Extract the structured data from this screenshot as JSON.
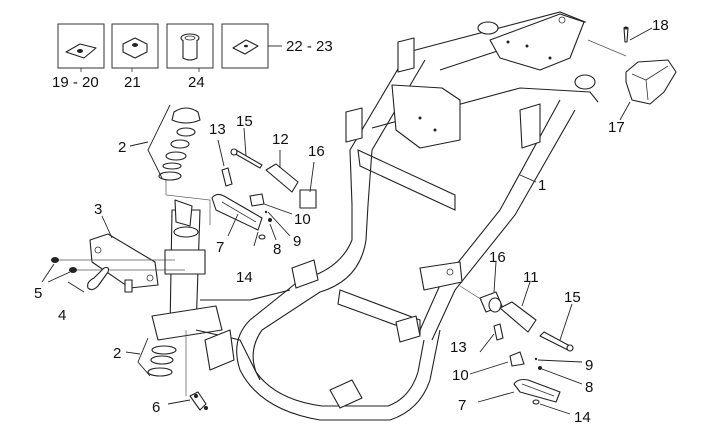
{
  "diagram": {
    "title": "Frame exploded view",
    "kit_boxes": [
      {
        "label": "19 - 20",
        "part": "clip-nut"
      },
      {
        "label": "21",
        "part": "cage-nut"
      },
      {
        "label": "24",
        "part": "bushing"
      },
      {
        "label": "22 - 23",
        "part": "speed-nut"
      }
    ],
    "callouts": {
      "c1": "1",
      "c2a": "2",
      "c2b": "2",
      "c3": "3",
      "c4": "4",
      "c5": "5",
      "c6": "6",
      "c7a": "7",
      "c7b": "7",
      "c8a": "8",
      "c8b": "8",
      "c9a": "9",
      "c9b": "9",
      "c10a": "10",
      "c10b": "10",
      "c11": "11",
      "c12": "12",
      "c13a": "13",
      "c13b": "13",
      "c14a": "14",
      "c14b": "14",
      "c15a": "15",
      "c15b": "15",
      "c16a": "16",
      "c16b": "16",
      "c17": "17",
      "c18": "18"
    }
  }
}
